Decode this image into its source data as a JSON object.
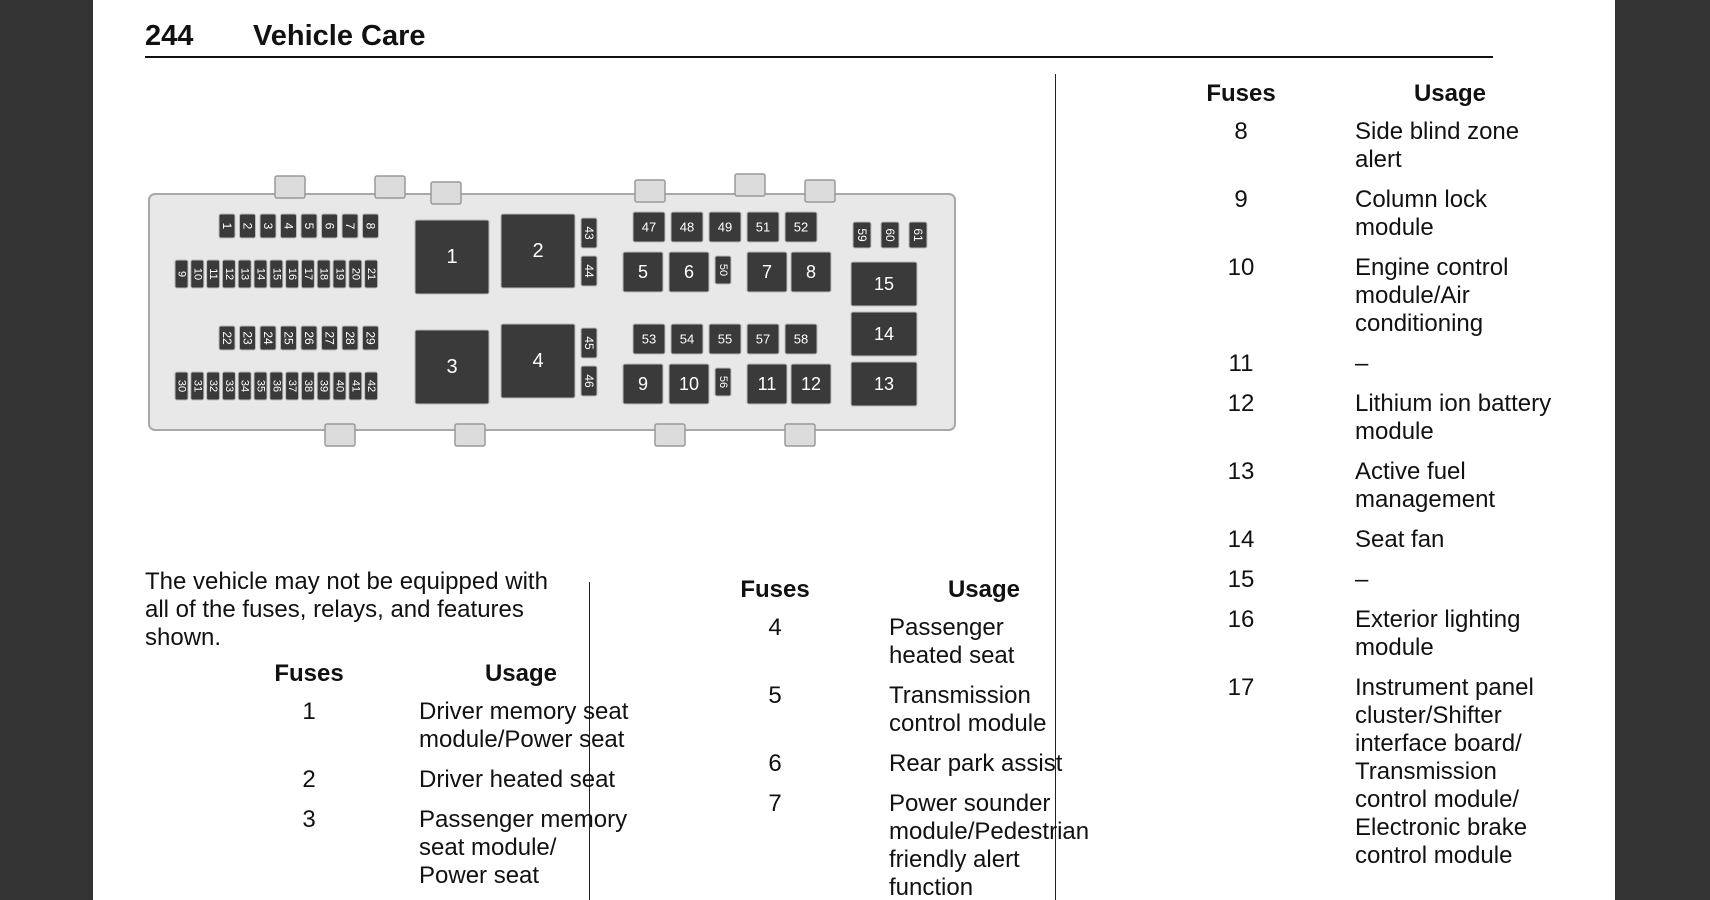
{
  "header": {
    "page_number": "244",
    "section_title": "Vehicle Care"
  },
  "diagram": {
    "fuses_top_row_a": [
      "1",
      "2",
      "3",
      "4",
      "5",
      "6",
      "7",
      "8"
    ],
    "fuses_top_row_b": [
      "9",
      "10",
      "11",
      "12",
      "13",
      "14",
      "15",
      "16",
      "17",
      "18",
      "19",
      "20",
      "21"
    ],
    "fuses_bottom_row_a": [
      "22",
      "23",
      "24",
      "25",
      "26",
      "27",
      "28",
      "29"
    ],
    "fuses_bottom_row_b": [
      "30",
      "31",
      "32",
      "33",
      "34",
      "35",
      "36",
      "37",
      "38",
      "39",
      "40",
      "41",
      "42"
    ],
    "relays_large": [
      "1",
      "2",
      "3",
      "4"
    ],
    "fuses_mid_side": [
      "43",
      "44",
      "45",
      "46"
    ],
    "fuses_upper_small": [
      "47",
      "48",
      "49",
      "51",
      "52"
    ],
    "fuses_lower_small": [
      "53",
      "54",
      "55",
      "57",
      "58"
    ],
    "relays_upper_mid": [
      "5",
      "6",
      "7",
      "8"
    ],
    "relays_lower_mid": [
      "9",
      "10",
      "11",
      "12"
    ],
    "fuses_center": [
      "50",
      "56"
    ],
    "fuses_right_small": [
      "59",
      "60",
      "61"
    ],
    "relays_right": [
      "15",
      "14",
      "13"
    ]
  },
  "intro_text": "The vehicle may not be equipped with all of the fuses, relays, and features shown.",
  "tables": [
    {
      "head_fuses": "Fuses",
      "head_usage": "Usage",
      "rows": [
        {
          "fuse": "1",
          "usage": [
            "Driver memory seat",
            "module/Power seat"
          ]
        },
        {
          "fuse": "2",
          "usage": [
            "Driver heated seat"
          ]
        },
        {
          "fuse": "3",
          "usage": [
            "Passenger memory",
            "seat module/",
            "Power seat"
          ]
        }
      ]
    },
    {
      "head_fuses": "Fuses",
      "head_usage": "Usage",
      "rows": [
        {
          "fuse": "4",
          "usage": [
            "Passenger",
            "heated seat"
          ]
        },
        {
          "fuse": "5",
          "usage": [
            "Transmission",
            "control module"
          ]
        },
        {
          "fuse": "6",
          "usage": [
            "Rear park assist"
          ]
        },
        {
          "fuse": "7",
          "usage": [
            "Power sounder",
            "module/Pedestrian",
            "friendly alert",
            "function"
          ]
        }
      ]
    },
    {
      "head_fuses": "Fuses",
      "head_usage": "Usage",
      "rows": [
        {
          "fuse": "8",
          "usage": [
            "Side blind zone",
            "alert"
          ]
        },
        {
          "fuse": "9",
          "usage": [
            "Column lock",
            "module"
          ]
        },
        {
          "fuse": "10",
          "usage": [
            "Engine control",
            "module/Air",
            "conditioning"
          ]
        },
        {
          "fuse": "11",
          "usage": [
            "–"
          ]
        },
        {
          "fuse": "12",
          "usage": [
            "Lithium ion battery",
            "module"
          ]
        },
        {
          "fuse": "13",
          "usage": [
            "Active fuel",
            "management"
          ]
        },
        {
          "fuse": "14",
          "usage": [
            "Seat fan"
          ]
        },
        {
          "fuse": "15",
          "usage": [
            "–"
          ]
        },
        {
          "fuse": "16",
          "usage": [
            "Exterior lighting",
            "module"
          ]
        },
        {
          "fuse": "17",
          "usage": [
            "Instrument panel",
            "cluster/Shifter",
            "interface board/",
            "Transmission",
            "control module/",
            "Electronic brake",
            "control module"
          ]
        }
      ]
    }
  ]
}
